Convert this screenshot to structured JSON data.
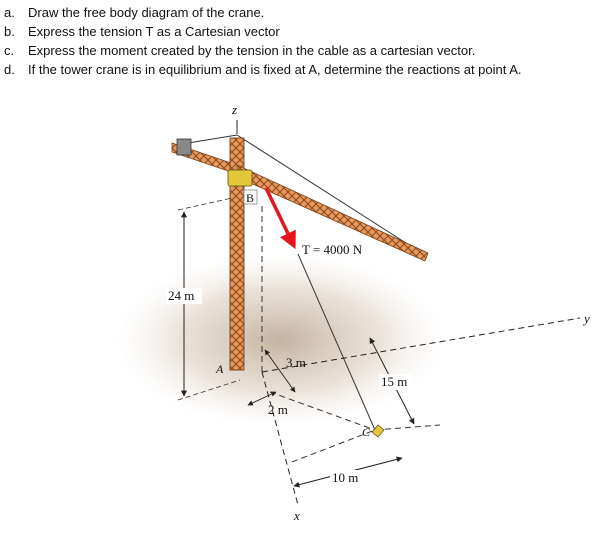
{
  "questions": [
    {
      "label": "a.",
      "text": "Draw the free body diagram of the crane."
    },
    {
      "label": "b.",
      "text": "Express the tension T as a Cartesian vector"
    },
    {
      "label": "c.",
      "text": "Express the moment created by the tension in the cable as a cartesian vector."
    },
    {
      "label": "d.",
      "text": "If the tower crane is in equilibrium and is fixed at A, determine the reactions at point A."
    }
  ],
  "diagram": {
    "axis_z": "z",
    "axis_y": "y",
    "axis_x": "x",
    "point_a": "A",
    "point_b": "B",
    "point_c": "C",
    "tension": "T = 4000 N",
    "dim_height": "24 m",
    "dim_3m": "3 m",
    "dim_2m": "2 m",
    "dim_15m": "15 m",
    "dim_10m": "10 m",
    "colors": {
      "tension_arrow": "#e8141b",
      "crane_truss": "#d9884a",
      "crane_truss_dark": "#8b4a1f",
      "shadow": "#c9b8a4",
      "cab": "#e2c83a"
    }
  }
}
